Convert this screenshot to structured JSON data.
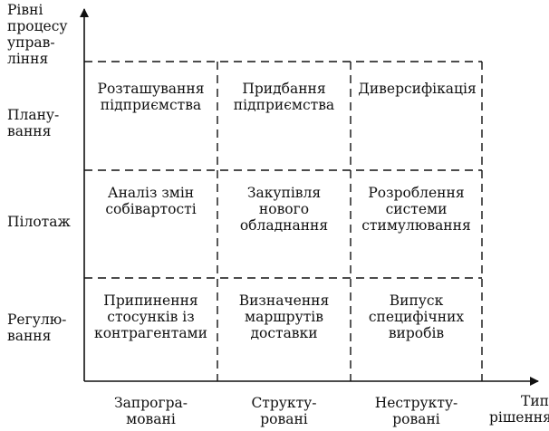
{
  "y_axis": {
    "title": "Рівні\nпроцесу\nуправ-\nління",
    "levels": [
      "Плану-\nвання",
      "Пілотаж",
      "Регулю-\nвання"
    ]
  },
  "x_axis": {
    "title": "Тип\nрішення",
    "types": [
      "Запрогра-\nмовані",
      "Структу-\nровані",
      "Неструкту-\nровані"
    ]
  },
  "grid": {
    "rows": [
      [
        "Розташування\nпідприємства",
        "Придбання\nпідприємства",
        "Диверсифікація"
      ],
      [
        "Аналіз змін\nсобівартості",
        "Закупівля\nнового\nобладнання",
        "Розроблення\nсистеми\nстимулювання"
      ],
      [
        "Припинення\nстосунків із\nконтрагентами",
        "Визначення\nмаршрутів\nдоставки",
        "Випуск\nспецифічних\nвиробів"
      ]
    ]
  }
}
